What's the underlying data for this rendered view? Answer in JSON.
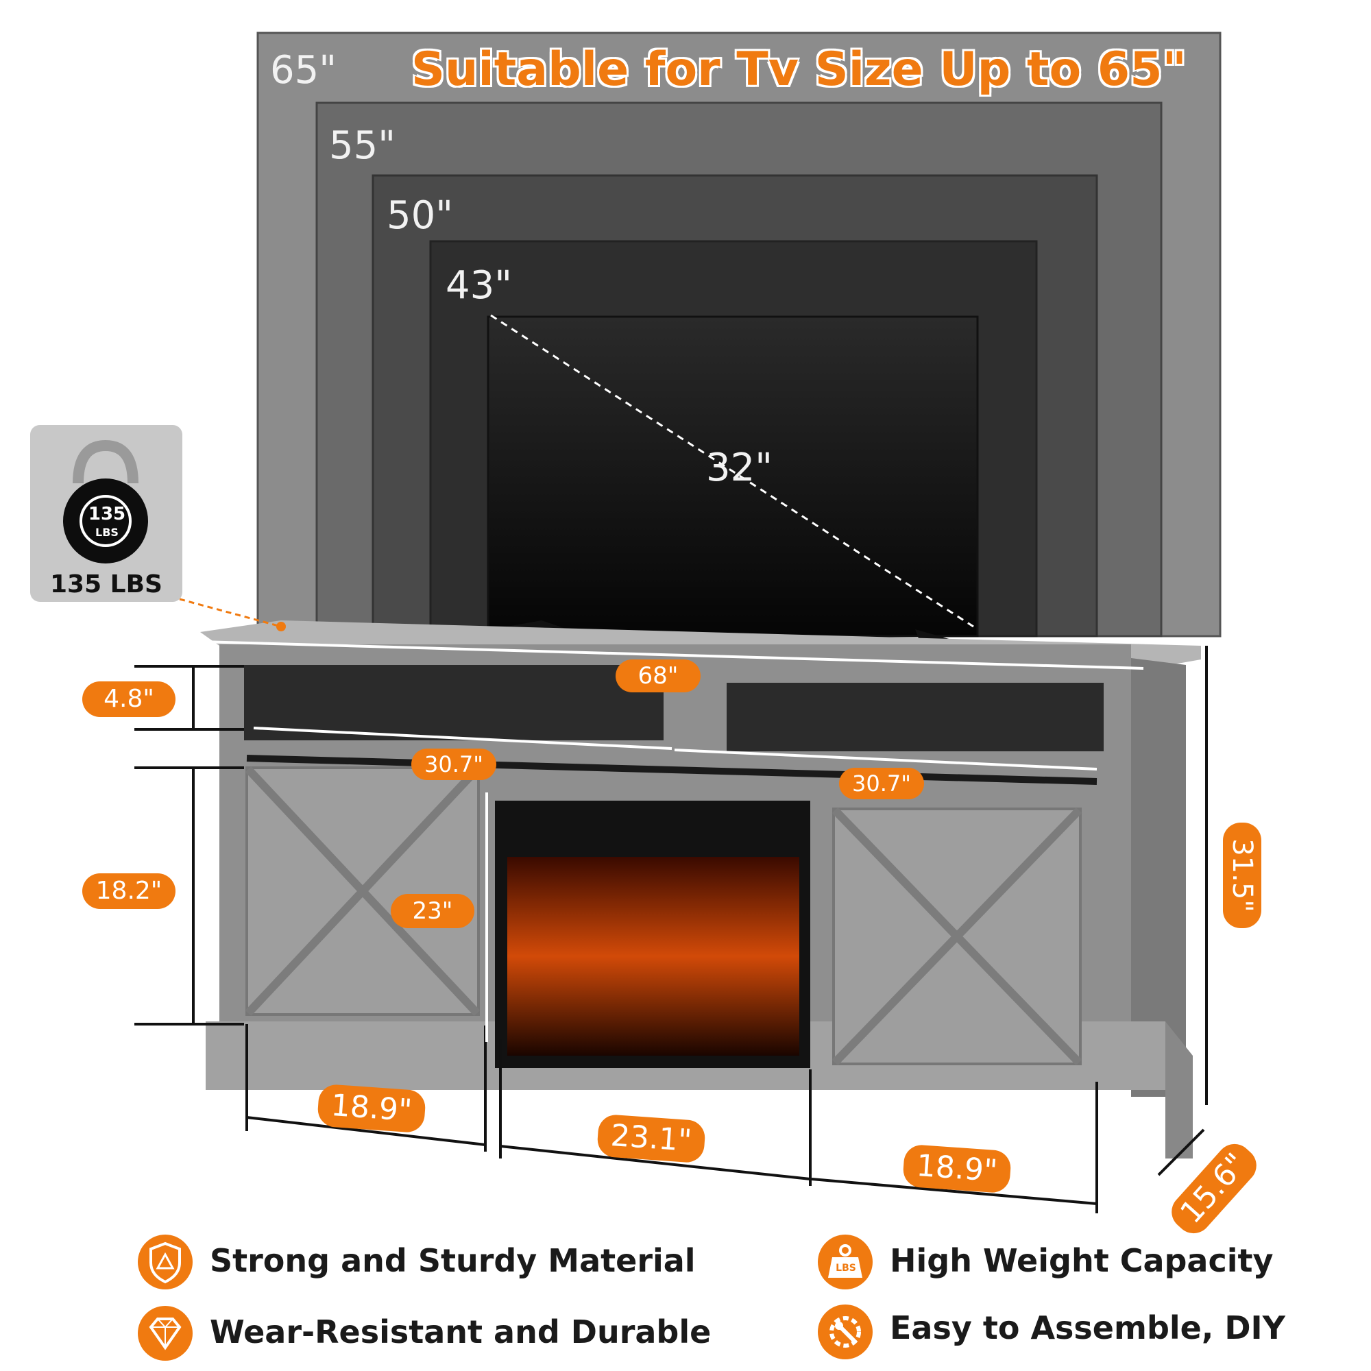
{
  "headline": "Suitable for Tv Size Up to 65\"",
  "tv_sizes": [
    "65\"",
    "55\"",
    "50\"",
    "43\"",
    "32\""
  ],
  "weight": {
    "badge_number": "135",
    "badge_unit": "LBS",
    "label": "135 LBS"
  },
  "dimensions": {
    "top_width": "68\"",
    "open_shelf_height": "4.8\"",
    "shelf_width_left": "30.7\"",
    "shelf_width_right": "30.7\"",
    "door_height": "18.2\"",
    "fireplace_height": "23\"",
    "total_height": "31.5\"",
    "left_cabinet_width": "18.9\"",
    "fireplace_width": "23.1\"",
    "right_cabinet_width": "18.9\"",
    "depth": "15.6\""
  },
  "features": [
    {
      "label": "Strong and Sturdy Material",
      "icon": "shield-icon"
    },
    {
      "label": "High Weight Capacity",
      "icon": "weight-lbs-icon",
      "icon_text": "LBS"
    },
    {
      "label": "Wear-Resistant and Durable",
      "icon": "diamond-icon"
    },
    {
      "label": "Easy to Assemble, DIY",
      "icon": "wrench-gear-icon"
    }
  ],
  "colors": {
    "accent": "#f07a10",
    "cabinet": "#8c8c8c",
    "tv_dark": "#1a1a1a"
  }
}
